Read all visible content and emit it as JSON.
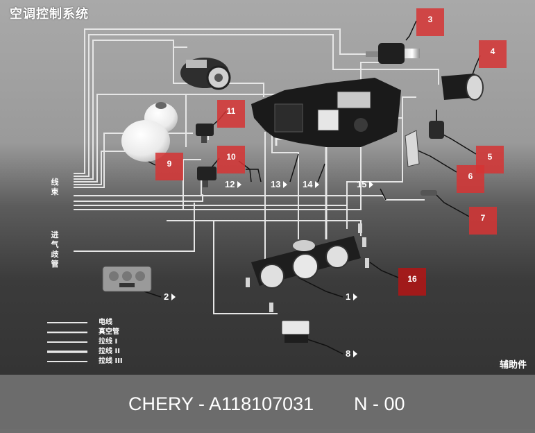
{
  "diagram": {
    "title": "空调控制系统",
    "corner_label": "辅助件",
    "side_labels": {
      "harness": "线束",
      "intake_manifold": "进气歧管"
    },
    "legend": [
      {
        "label": "电线",
        "style": "thin"
      },
      {
        "label": "真空管",
        "style": "medium"
      },
      {
        "label": "拉线 I",
        "style": "thin"
      },
      {
        "label": "拉线 II",
        "style": "thick"
      },
      {
        "label": "拉线 III",
        "style": "thin"
      }
    ],
    "red_markers": [
      {
        "label": "3",
        "shade": "light"
      },
      {
        "label": "4",
        "shade": "light"
      },
      {
        "label": "11",
        "shade": "light"
      },
      {
        "label": "10",
        "shade": "light"
      },
      {
        "label": "9",
        "shade": "light"
      },
      {
        "label": "5",
        "shade": "light"
      },
      {
        "label": "6",
        "shade": "light"
      },
      {
        "label": "7",
        "shade": "light"
      },
      {
        "label": "16",
        "shade": "dark"
      }
    ],
    "callouts": [
      {
        "label": "12"
      },
      {
        "label": "13"
      },
      {
        "label": "14"
      },
      {
        "label": "15"
      },
      {
        "label": "2"
      },
      {
        "label": "1"
      },
      {
        "label": "8"
      }
    ],
    "colors": {
      "line": "#e6e6e6",
      "marker": "#d63434",
      "marker_dark": "#aa1818",
      "footer_bg": "#6c6c6c"
    }
  },
  "footer": {
    "brand_part": "CHERY - A118107031",
    "revision": "N - 00"
  }
}
